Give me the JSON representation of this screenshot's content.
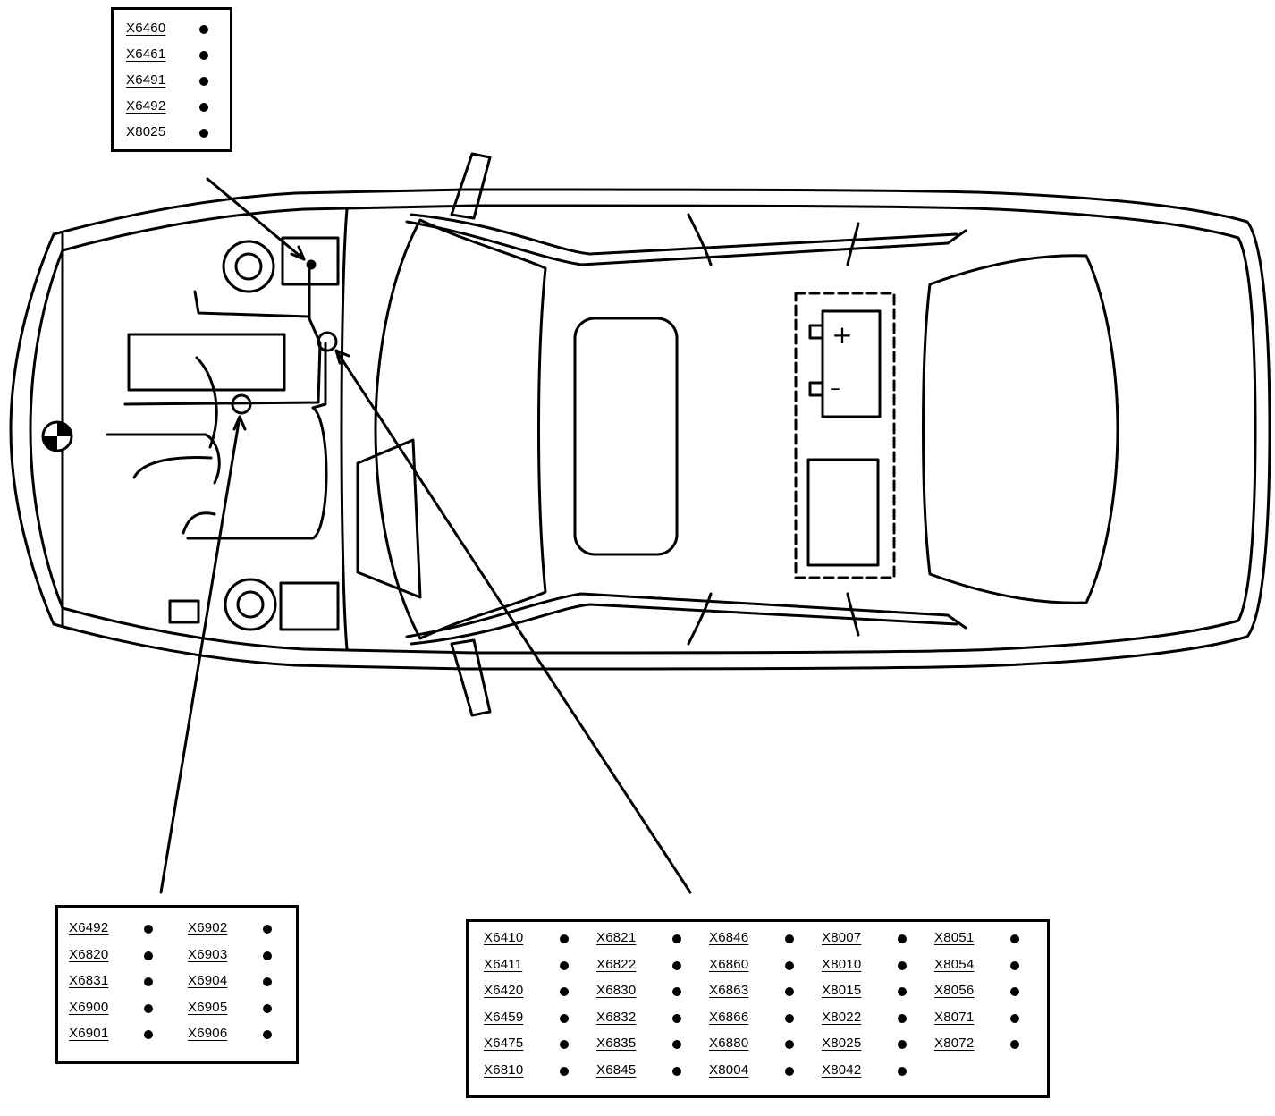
{
  "callouts": {
    "top": {
      "items": [
        "X6460",
        "X6461",
        "X6491",
        "X6492",
        "X8025"
      ]
    },
    "left": {
      "columns": [
        [
          "X6492",
          "X6820",
          "X6831",
          "X6900",
          "X6901"
        ],
        [
          "X6902",
          "X6903",
          "X6904",
          "X6905",
          "X6906"
        ]
      ]
    },
    "right": {
      "columns": [
        [
          "X6410",
          "X6411",
          "X6420",
          "X6459",
          "X6475",
          "X6810"
        ],
        [
          "X6821",
          "X6822",
          "X6830",
          "X6832",
          "X6835",
          "X6845"
        ],
        [
          "X6846",
          "X6860",
          "X6863",
          "X6866",
          "X6880",
          "X8004"
        ],
        [
          "X8007",
          "X8010",
          "X8015",
          "X8022",
          "X8025",
          "X8042"
        ],
        [
          "X8051",
          "X8054",
          "X8056",
          "X8071",
          "X8072"
        ]
      ]
    }
  },
  "battery": {
    "plus": "+",
    "minus": "–"
  },
  "colors": {
    "line": "#000000",
    "background": "#ffffff"
  }
}
